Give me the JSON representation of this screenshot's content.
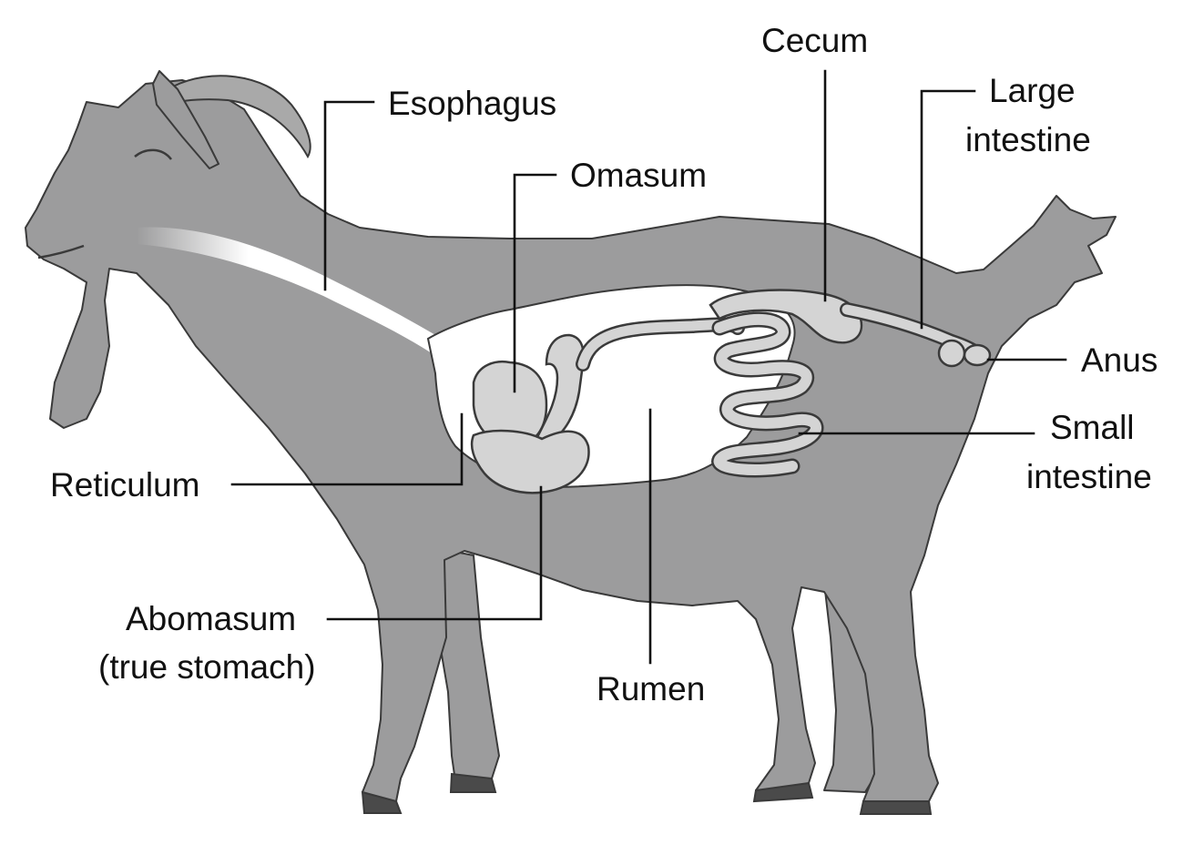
{
  "colors": {
    "body": "#9c9c9d",
    "body_outline": "#3a3a3a",
    "cavity": "#ffffff",
    "organ": "#d4d4d4",
    "hoof": "#4a4a4a",
    "horn": "#a9a9a9",
    "text": "#111111"
  },
  "labels": {
    "esophagus": "Esophagus",
    "omasum": "Omasum",
    "cecum": "Cecum",
    "large_intestine": [
      "Large",
      "intestine"
    ],
    "anus": "Anus",
    "small_intestine": [
      "Small",
      "intestine"
    ],
    "reticulum": "Reticulum",
    "abomasum": [
      "Abomasum",
      "(true stomach)"
    ],
    "rumen": "Rumen"
  }
}
